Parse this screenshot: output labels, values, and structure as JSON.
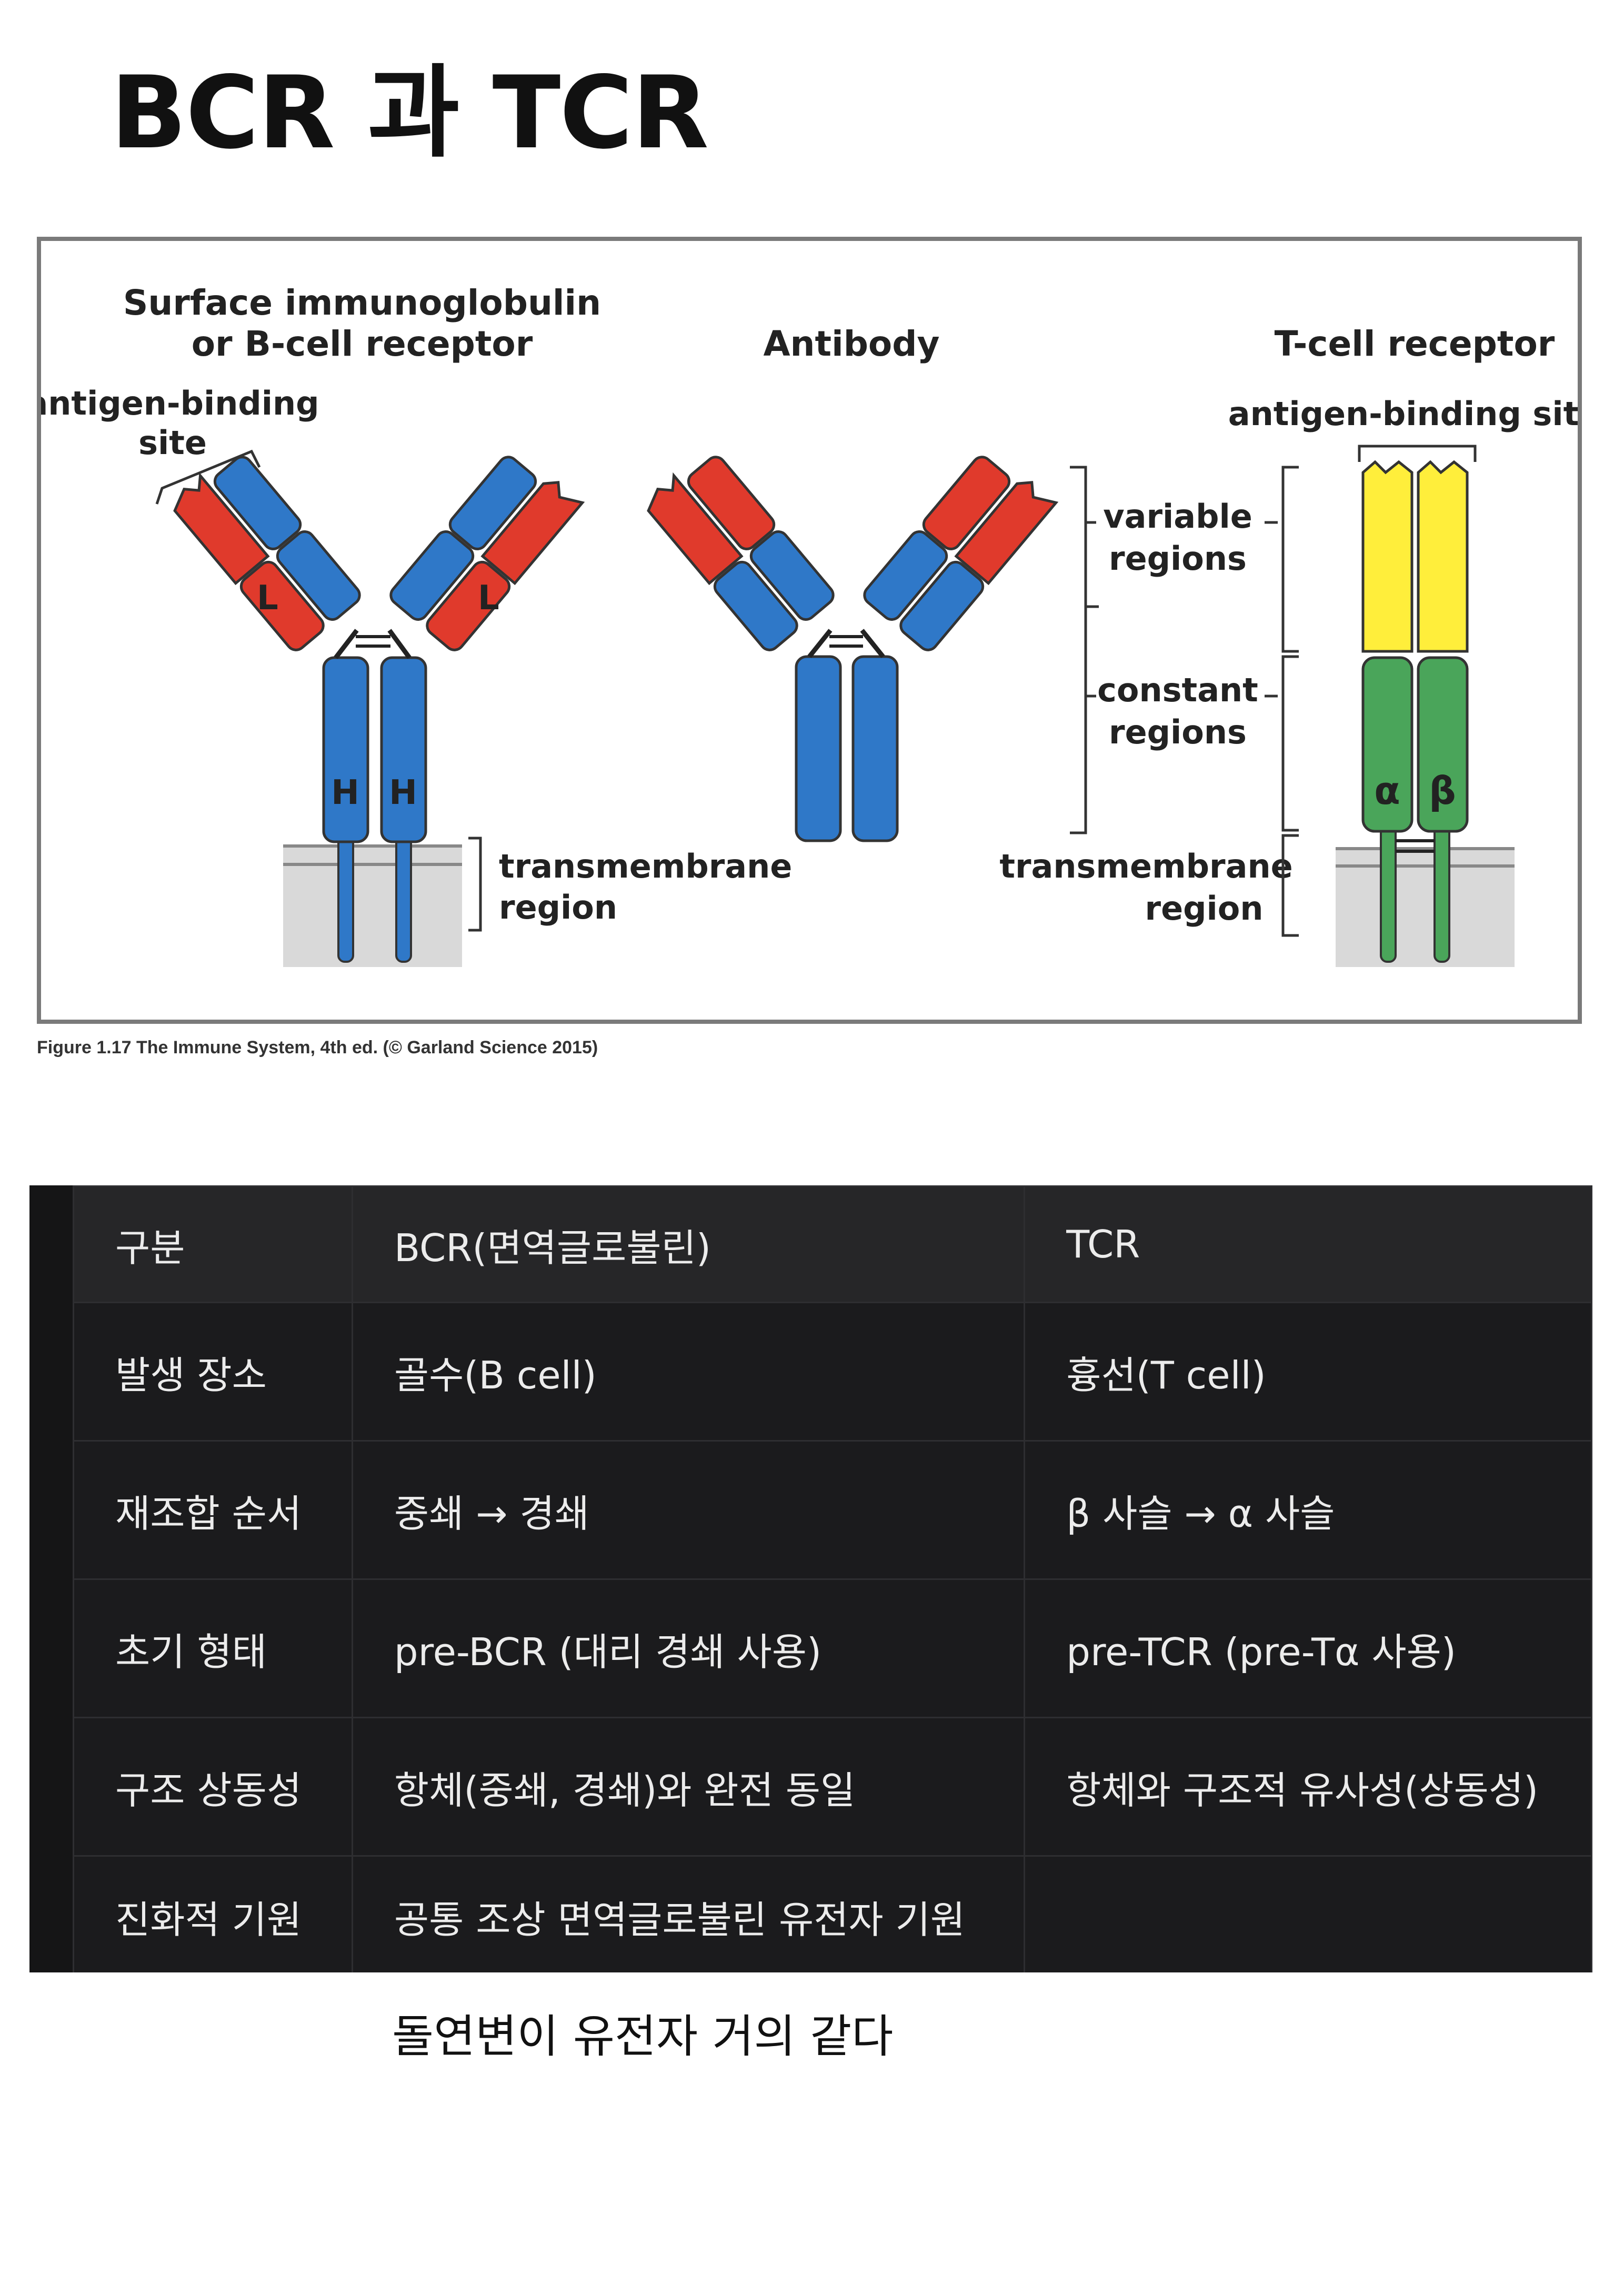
{
  "page": {
    "title": "BCR 과 TCR",
    "note": "돌연변이 유전자 거의 같다"
  },
  "figure": {
    "labels": {
      "bcr_title_line1": "Surface immunoglobulin",
      "bcr_title_line2": "or B-cell receptor",
      "antibody_title": "Antibody",
      "tcr_title": "T-cell receptor",
      "bcr_site_line1": "antigen-binding",
      "bcr_site_line2": "site",
      "tcr_site": "antigen-binding site",
      "variable_line1": "variable",
      "variable_line2": "regions",
      "constant_line1": "constant",
      "constant_line2": "regions",
      "tm_left_line1": "transmembrane",
      "tm_left_line2": "region",
      "tm_right_line1": "transmembrane",
      "tm_right_line2": "region",
      "light_chain": "L",
      "heavy_chain": "H",
      "alpha": "α",
      "beta": "β"
    },
    "colors": {
      "heavy_chain": "#2f78c8",
      "light_chain": "#e03a2c",
      "tcr_variable": "#ffee3b",
      "tcr_constant": "#4aa55a",
      "membrane": "#d9d9d9"
    },
    "caption": "Figure 1.17  The Immune System, 4th ed. (© Garland Science 2015)"
  },
  "table": {
    "header": [
      "구분",
      "BCR(면역글로불린)",
      "TCR"
    ],
    "rows": [
      [
        "발생 장소",
        "골수(B cell)",
        "흉선(T cell)"
      ],
      [
        "재조합 순서",
        "중쇄 → 경쇄",
        "β 사슬 → α 사슬"
      ],
      [
        "초기 형태",
        "pre-BCR (대리 경쇄 사용)",
        "pre-TCR (pre-Tα 사용)"
      ],
      [
        "구조 상동성",
        "항체(중쇄, 경쇄)와 완전 동일",
        "항체와 구조적 유사성(상동성)"
      ],
      [
        "진화적 기원",
        "공통 조상 면역글로불린 유전자 기원",
        ""
      ]
    ]
  }
}
